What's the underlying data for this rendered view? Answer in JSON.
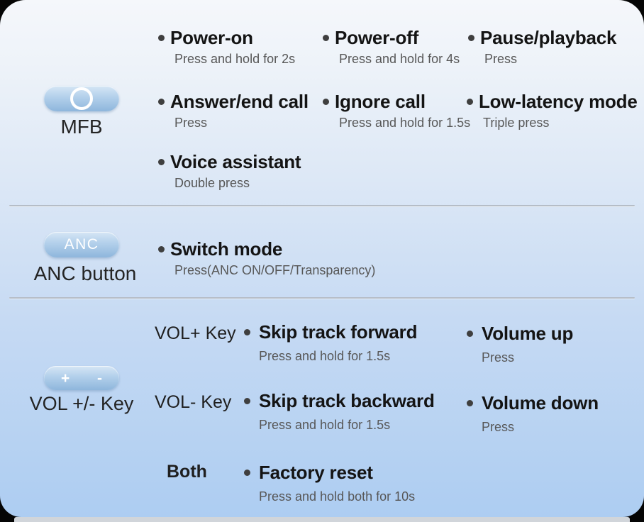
{
  "colors": {
    "page_background": "#050505",
    "card_top": "#f5f7fb",
    "card_bottom": "#adcdf2",
    "pill_top": "#d6e6f5",
    "pill_bottom": "#8eb6dc",
    "title_text": "#141414",
    "detail_text": "#575757",
    "divider": "#b5bdc7"
  },
  "mfb": {
    "label": "MFB",
    "pill_icon": "circle-icon",
    "items": [
      {
        "title": "Power-on",
        "detail": "Press and hold for 2s"
      },
      {
        "title": "Power-off",
        "detail": "Press and hold for 4s"
      },
      {
        "title": "Pause/playback",
        "detail": "Press"
      },
      {
        "title": "Answer/end call",
        "detail": "Press"
      },
      {
        "title": "Ignore call",
        "detail": "Press and hold for 1.5s"
      },
      {
        "title": "Low-latency mode",
        "detail": "Triple press"
      },
      {
        "title": "Voice assistant",
        "detail": "Double press"
      }
    ]
  },
  "anc": {
    "pill_label": "ANC",
    "label": "ANC button",
    "items": [
      {
        "title": "Switch mode",
        "detail": "Press(ANC ON/OFF/Transparency)"
      }
    ]
  },
  "vol": {
    "pill_plus": "+",
    "pill_minus": "-",
    "label": "VOL +/- Key",
    "rows": [
      {
        "key": "VOL+ Key",
        "left": {
          "title": "Skip track forward",
          "detail": "Press and hold for 1.5s"
        },
        "right": {
          "title": "Volume up",
          "detail": "Press"
        }
      },
      {
        "key": "VOL- Key",
        "left": {
          "title": "Skip track backward",
          "detail": "Press and hold for 1.5s"
        },
        "right": {
          "title": "Volume down",
          "detail": "Press"
        }
      },
      {
        "key": "Both",
        "left": {
          "title": "Factory reset",
          "detail": "Press and hold both for 10s"
        }
      }
    ]
  }
}
